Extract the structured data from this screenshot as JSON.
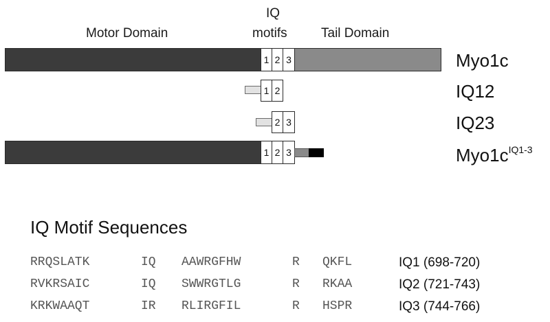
{
  "domains": {
    "motor_label": "Motor Domain",
    "iq_label_line1": "IQ",
    "iq_label_line2": "motifs",
    "tail_label": "Tail Domain"
  },
  "constructs": [
    {
      "name": "Myo1c",
      "superscript": "",
      "iq_numbers": [
        "1",
        "2",
        "3"
      ]
    },
    {
      "name": "IQ12",
      "superscript": "",
      "iq_numbers": [
        "1",
        "2"
      ]
    },
    {
      "name": "IQ23",
      "superscript": "",
      "iq_numbers": [
        "2",
        "3"
      ]
    },
    {
      "name": "Myo1c",
      "superscript": "IQ1-3",
      "iq_numbers": [
        "1",
        "2",
        "3"
      ]
    }
  ],
  "sequences": {
    "title": "IQ Motif Sequences",
    "rows": [
      {
        "cols": [
          "RRQSLATK",
          "IQ",
          "AAWRGFHW",
          "R",
          "QKFL"
        ],
        "label": "IQ1 (698-720)"
      },
      {
        "cols": [
          "RVKRSAIC",
          "IQ",
          "SWWRGTLG",
          "R",
          "RKAA"
        ],
        "label": "IQ2 (721-743)"
      },
      {
        "cols": [
          "KRKWAAQT",
          "IR",
          "RLIRGFIL",
          "R",
          "HSPR"
        ],
        "label": "IQ3 (744-766)"
      }
    ]
  },
  "colors": {
    "motor": "#3b3b3b",
    "tail": "#8a8a8a",
    "linker": "#e2e2e2",
    "tag": "#000000"
  }
}
